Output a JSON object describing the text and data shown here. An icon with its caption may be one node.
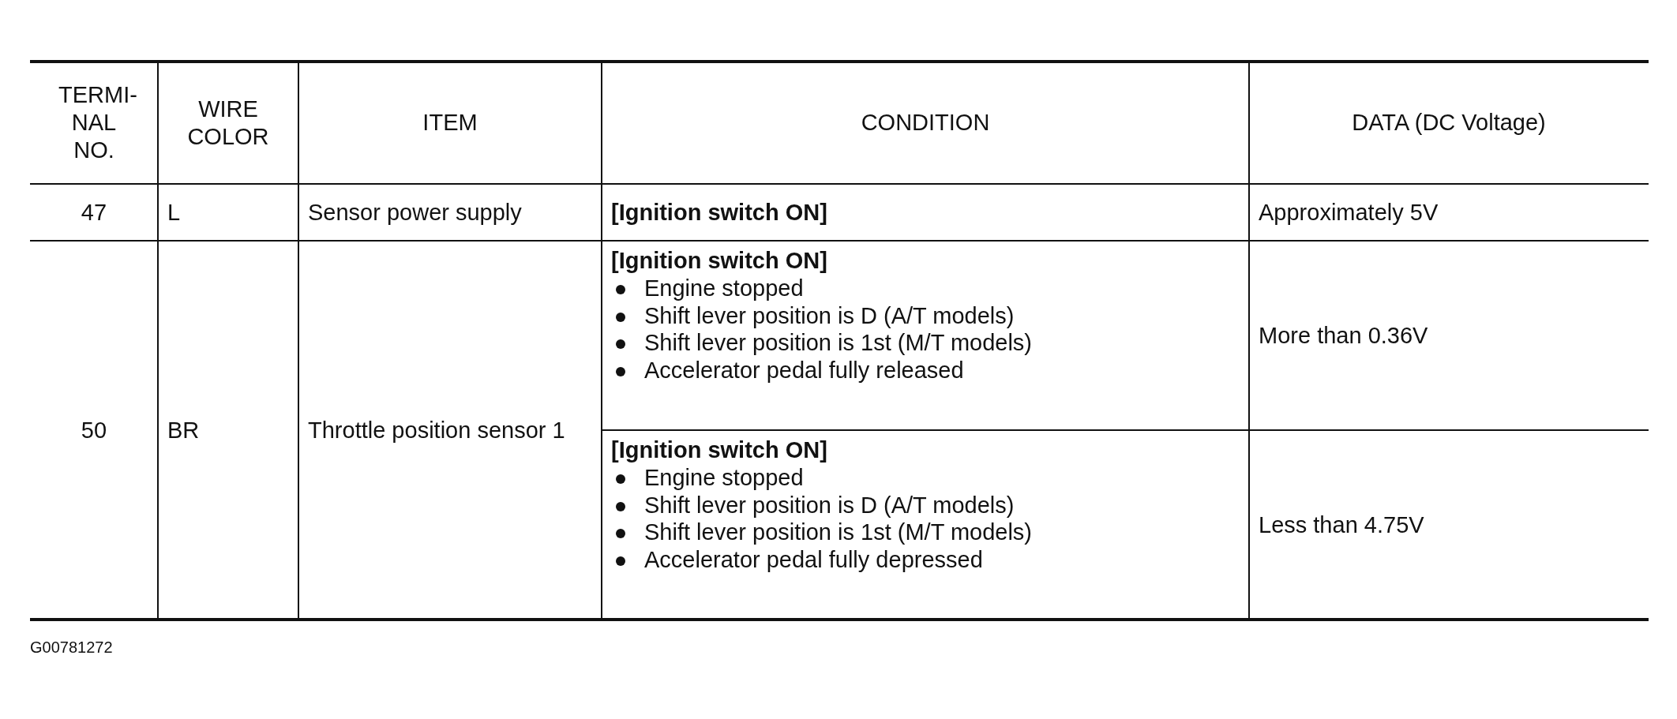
{
  "diagram": {
    "labels": [
      "TERMI- NAL NO.",
      "WIRE COLOR",
      "ITEM",
      "CONDITION",
      "DATA (DC Voltage)",
      "47",
      "L",
      "Sensor power supply",
      "[Ignition switch ON]",
      "Approximately 5V",
      "50",
      "BR",
      "Throttle position sensor 1",
      "[Ignition switch ON]",
      "Engine stopped",
      "Shift lever position is D (A/T models)",
      "Shift lever position is 1st (M/T models)",
      "Accelerator pedal fully released",
      "More than 0.36V",
      "[Ignition switch ON]",
      "Engine stopped",
      "Shift lever position is D (A/T models)",
      "Shift lever position is 1st (M/T models)",
      "Accelerator pedal fully depressed",
      "Less than 4.75V",
      "G00781272"
    ]
  }
}
